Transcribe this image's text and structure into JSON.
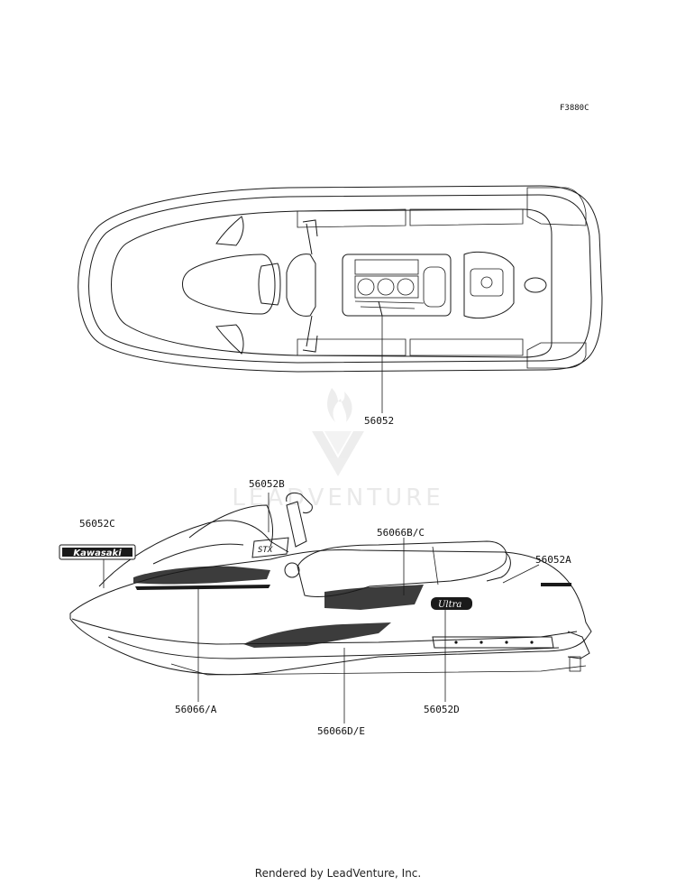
{
  "figure_code": "F3880C",
  "watermark": {
    "text": "LEADVENTURE"
  },
  "credit": "Rendered by LeadVenture, Inc.",
  "callouts": {
    "top_view": "56052",
    "side_upper": "56052B",
    "side_front": "56052C",
    "seat": "56066B/C",
    "rear": "56052A",
    "front_lower": "56066/A",
    "hull": "56066D/E",
    "rear_lower": "56052D"
  },
  "decals": {
    "brand": "Kawasaki",
    "model": "Ultra",
    "side_model": "STX"
  }
}
